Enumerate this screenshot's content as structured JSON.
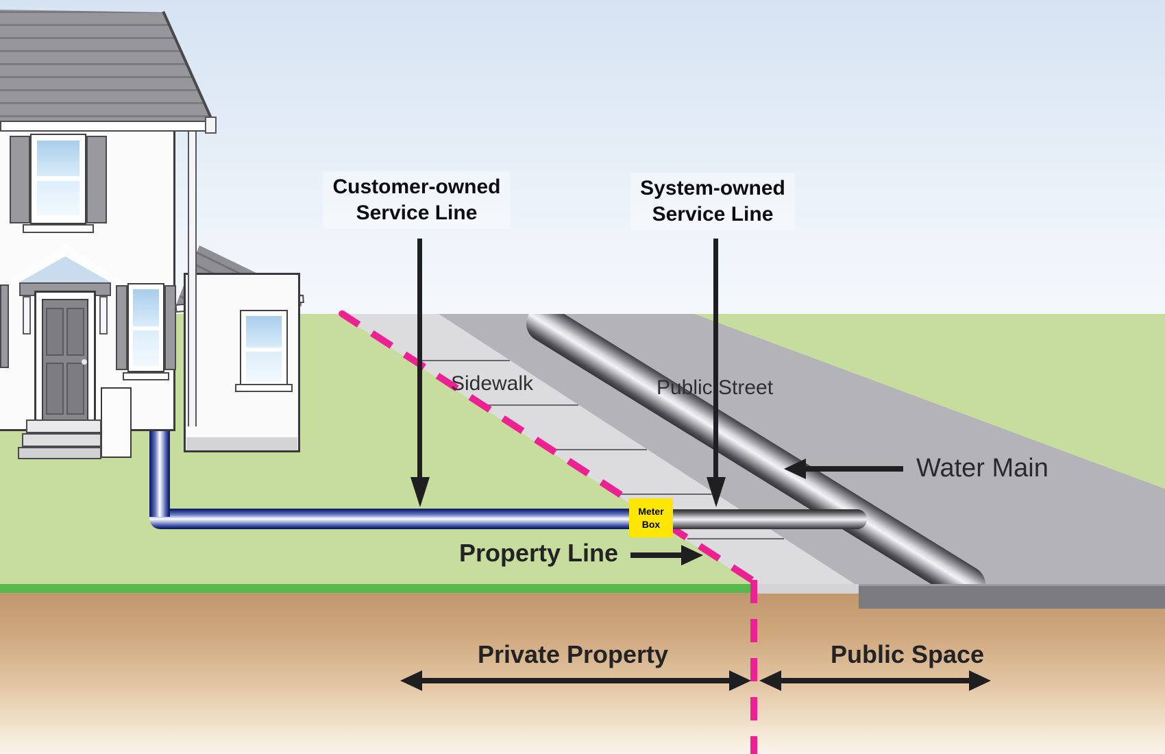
{
  "diagram": {
    "labels": {
      "customer_line1": "Customer-owned",
      "customer_line2": "Service Line",
      "system_line1": "System-owned",
      "system_line2": "Service Line",
      "sidewalk": "Sidewalk",
      "public_street": "Public Street",
      "water_main": "Water Main",
      "property_line": "Property Line",
      "meter_line1": "Meter",
      "meter_line2": "Box",
      "private_property": "Private Property",
      "public_space": "Public Space"
    },
    "colors": {
      "sky_top": "#d6e3f2",
      "sky_bottom": "#f4f8fc",
      "grass": "#c7dd9d",
      "grass_edge": "#57b84b",
      "sidewalk": "#dcdcde",
      "street": "#b4b4b8",
      "street_cross_section": "#7b7b7f",
      "soil_top": "#bf9469",
      "soil_bottom": "#faf4ea",
      "property_line_pink": "#ee2193",
      "meter_box_yellow": "#ffe703",
      "customer_pipe_blue": "#1c2d7e",
      "system_pipe_gray": "#909094",
      "water_main_gray": "#6e6e72",
      "arrow_black": "#1f1f21"
    }
  }
}
